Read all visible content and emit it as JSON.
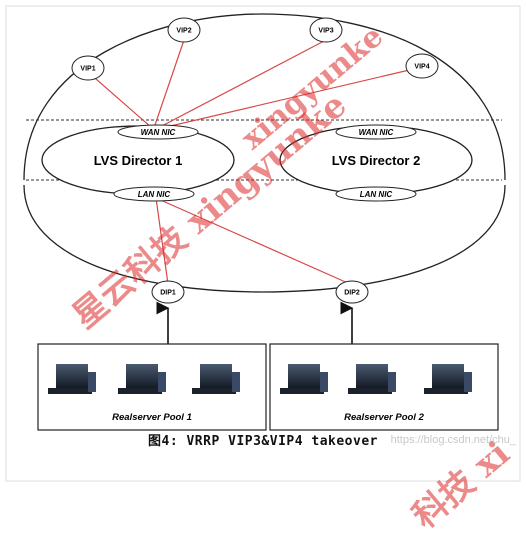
{
  "diagram": {
    "vips": [
      "VIP1",
      "VIP2",
      "VIP3",
      "VIP4"
    ],
    "directors": [
      {
        "name": "LVS Director 1",
        "wan": "WAN NIC",
        "lan": "LAN NIC"
      },
      {
        "name": "LVS Director 2",
        "wan": "WAN NIC",
        "lan": "LAN NIC"
      }
    ],
    "dips": [
      "DIP1",
      "DIP2"
    ],
    "pools": [
      "Realserver Pool 1",
      "Realserver Pool 2"
    ],
    "caption": "图4: VRRP VIP3&VIP4 takeover",
    "credit": "https://blog.csdn.net/chu_",
    "watermarks": [
      "星云科技 xingyunke",
      "xingyunke",
      "科技 xi"
    ],
    "colors": {
      "link": "#d84848",
      "line": "#222222"
    }
  }
}
